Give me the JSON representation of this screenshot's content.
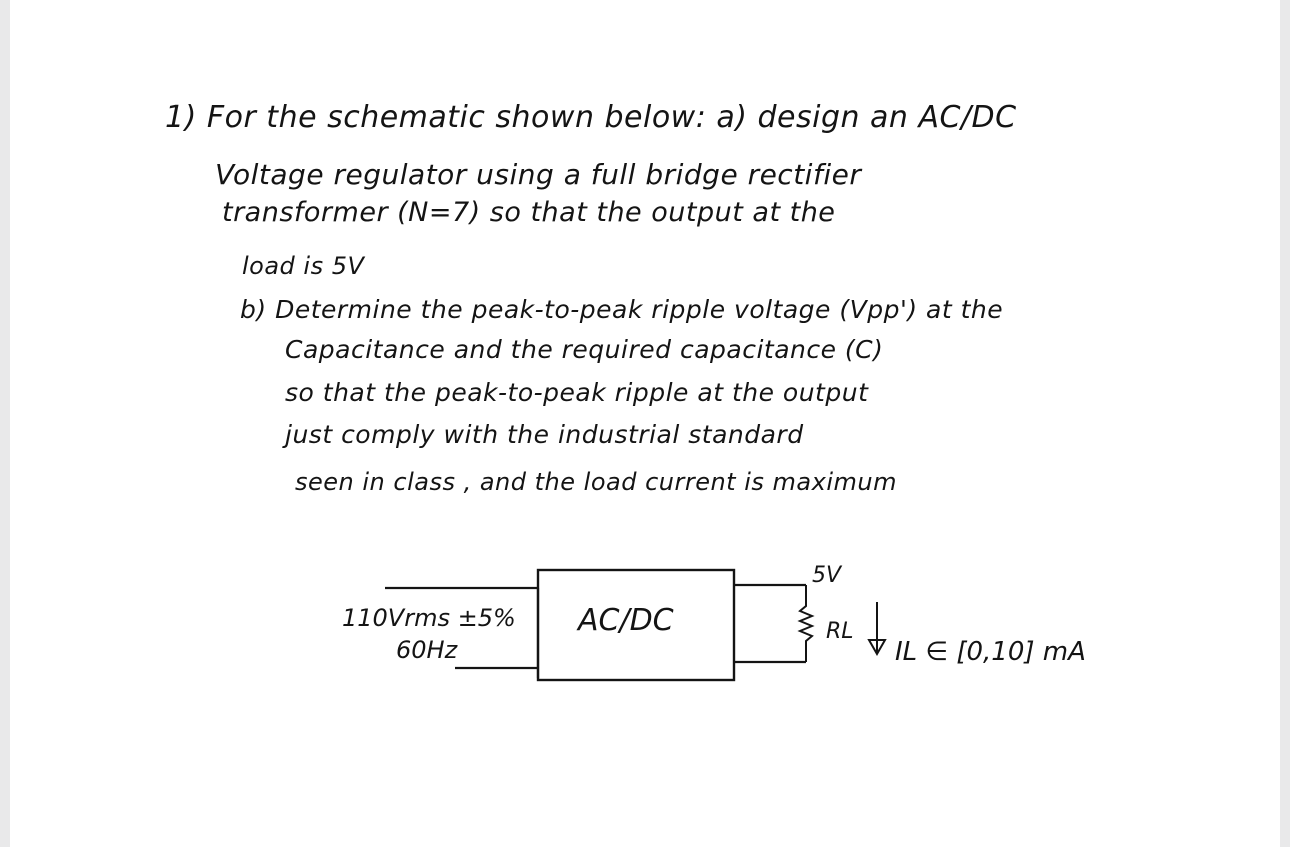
{
  "problem": {
    "line1": "1) For the schematic shown below: a) design an AC/DC",
    "line2": "Voltage regulator using a full bridge rectifier",
    "line3": "transformer (N=7) so that the output at the",
    "line4": "load is 5V",
    "line5": "b) Determine the peak-to-peak ripple voltage (Vpp') at the",
    "line6": "Capacitance and the required capacitance (C)",
    "line7": "so that the peak-to-peak ripple at the output",
    "line8": "just comply with the industrial standard",
    "line9": "seen in class , and the load current is maximum"
  },
  "schematic": {
    "source_line1": "110Vrms ±5%",
    "source_line2": "60Hz",
    "block_label": "AC/DC",
    "output_voltage": "5V",
    "load_label": "RL",
    "current_label": "IL ∈ [0,10] mA"
  }
}
